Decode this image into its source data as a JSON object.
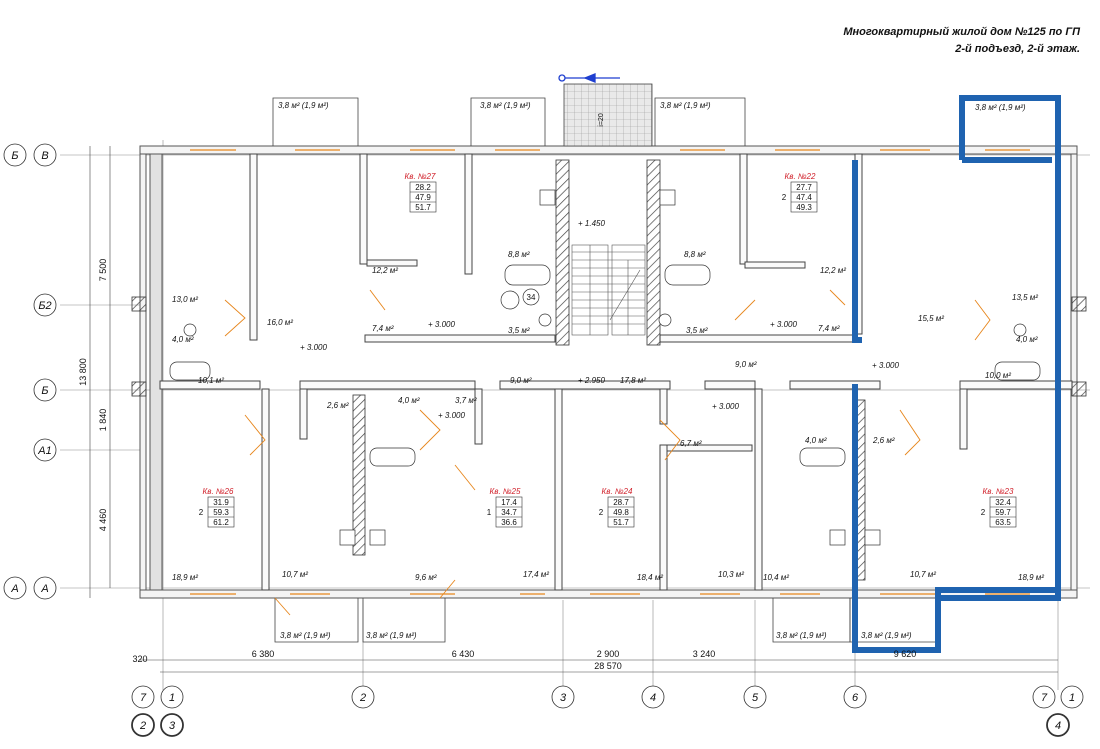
{
  "title": {
    "line1": "Многоквартирный жилой дом №125 по ГП",
    "line2": "2-й подъезд, 2-й этаж."
  },
  "colors": {
    "highlight": "#1f63b0",
    "apt_label": "#d0202a",
    "door": "#e7861c",
    "wall": "#6b6b6b"
  },
  "row_axes": [
    {
      "left": "Б",
      "right": "В"
    },
    {
      "left": "",
      "right": "Б2"
    },
    {
      "left": "",
      "right": "Б"
    },
    {
      "left": "",
      "right": "А1"
    },
    {
      "left": "А",
      "right": "А"
    }
  ],
  "vertical_dims": {
    "outer": "13 800",
    "a": "7 500",
    "b": "1 840",
    "c": "4 460"
  },
  "bottom_dims": {
    "spans": [
      "6 380",
      "6 430",
      "2 900",
      "3 240",
      "9 620"
    ],
    "total": "28 570",
    "left_offset": "320"
  },
  "column_axes": {
    "main": [
      "7",
      "1",
      "2",
      "3",
      "4",
      "5",
      "6",
      "7",
      "1"
    ],
    "sub_left": [
      "2",
      "3"
    ],
    "sub_right": "4"
  },
  "apartments": [
    {
      "label": "Кв. №27",
      "rooms": "",
      "v1": "28.2",
      "v2": "47.9",
      "v3": "51.7"
    },
    {
      "label": "Кв. №22",
      "rooms": "2",
      "v1": "27.7",
      "v2": "47.4",
      "v3": "49.3"
    },
    {
      "label": "Кв. №26",
      "rooms": "2",
      "v1": "31.9",
      "v2": "59.3",
      "v3": "61.2"
    },
    {
      "label": "Кв. №25",
      "rooms": "1",
      "v1": "17.4",
      "v2": "34.7",
      "v3": "36.6"
    },
    {
      "label": "Кв. №24",
      "rooms": "2",
      "v1": "28.7",
      "v2": "49.8",
      "v3": "51.7"
    },
    {
      "label": "Кв. №23",
      "rooms": "2",
      "v1": "32.4",
      "v2": "59.7",
      "v3": "63.5"
    }
  ],
  "rooms": [
    "12,2 м²",
    "12,2 м²",
    "13,0 м²",
    "13,5 м²",
    "16,0 м²",
    "15,5 м²",
    "8,8 м²",
    "8,8 м²",
    "7,4 м²",
    "7,4 м²",
    "3,5 м²",
    "3,5 м²",
    "4,0 м²",
    "4,0 м²",
    "10,1 м²",
    "10,0 м²",
    "9,0 м²",
    "9,0 м²",
    "17,8 м²",
    "3,7 м²",
    "2,6 м²",
    "4,0 м²",
    "6,7 м²",
    "4,0 м²",
    "2,6 м²",
    "18,9 м²",
    "10,7 м²",
    "9,6 м²",
    "17,4 м²",
    "18,4 м²",
    "10,3 м²",
    "10,4 м²",
    "10,7 м²",
    "18,9 м²"
  ],
  "balconies": [
    "3,8 м² (1,9 м²)",
    "3,8 м² (1,9 м²)",
    "3,8 м² (1,9 м²)",
    "3,8 м² (1,9 м²)",
    "3,8 м² (1,9 м²)",
    "3,8 м² (1,9 м²)",
    "3,8 м² (1,9 м²)",
    "3,8 м² (1,9 м²)"
  ],
  "levels": [
    "+ 3.000",
    "+ 3.000",
    "+ 3.000",
    "+ 3.000",
    "+ 3.000",
    "+ 3.000",
    "+ 2.950",
    "+ 1.450"
  ],
  "misc": {
    "stair_number": "34",
    "slope": "i=20"
  }
}
